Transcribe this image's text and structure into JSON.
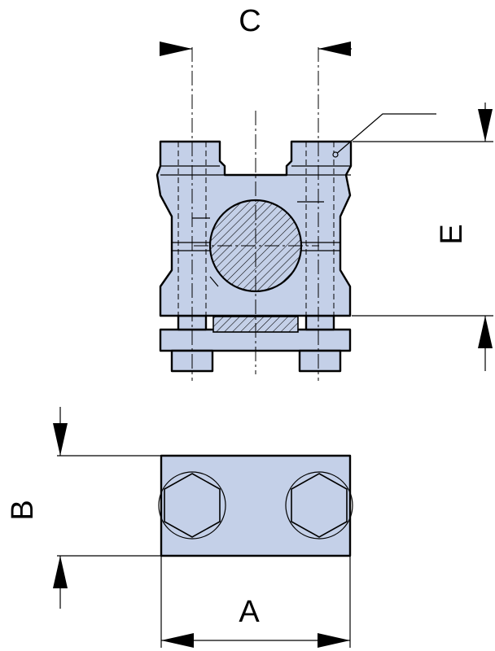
{
  "drawing": {
    "dimensions": {
      "a": "A",
      "b": "B",
      "c": "C",
      "e": "E"
    },
    "colors": {
      "part_fill": "#c4d0e8",
      "line": "#000000",
      "background": "#ffffff"
    }
  }
}
